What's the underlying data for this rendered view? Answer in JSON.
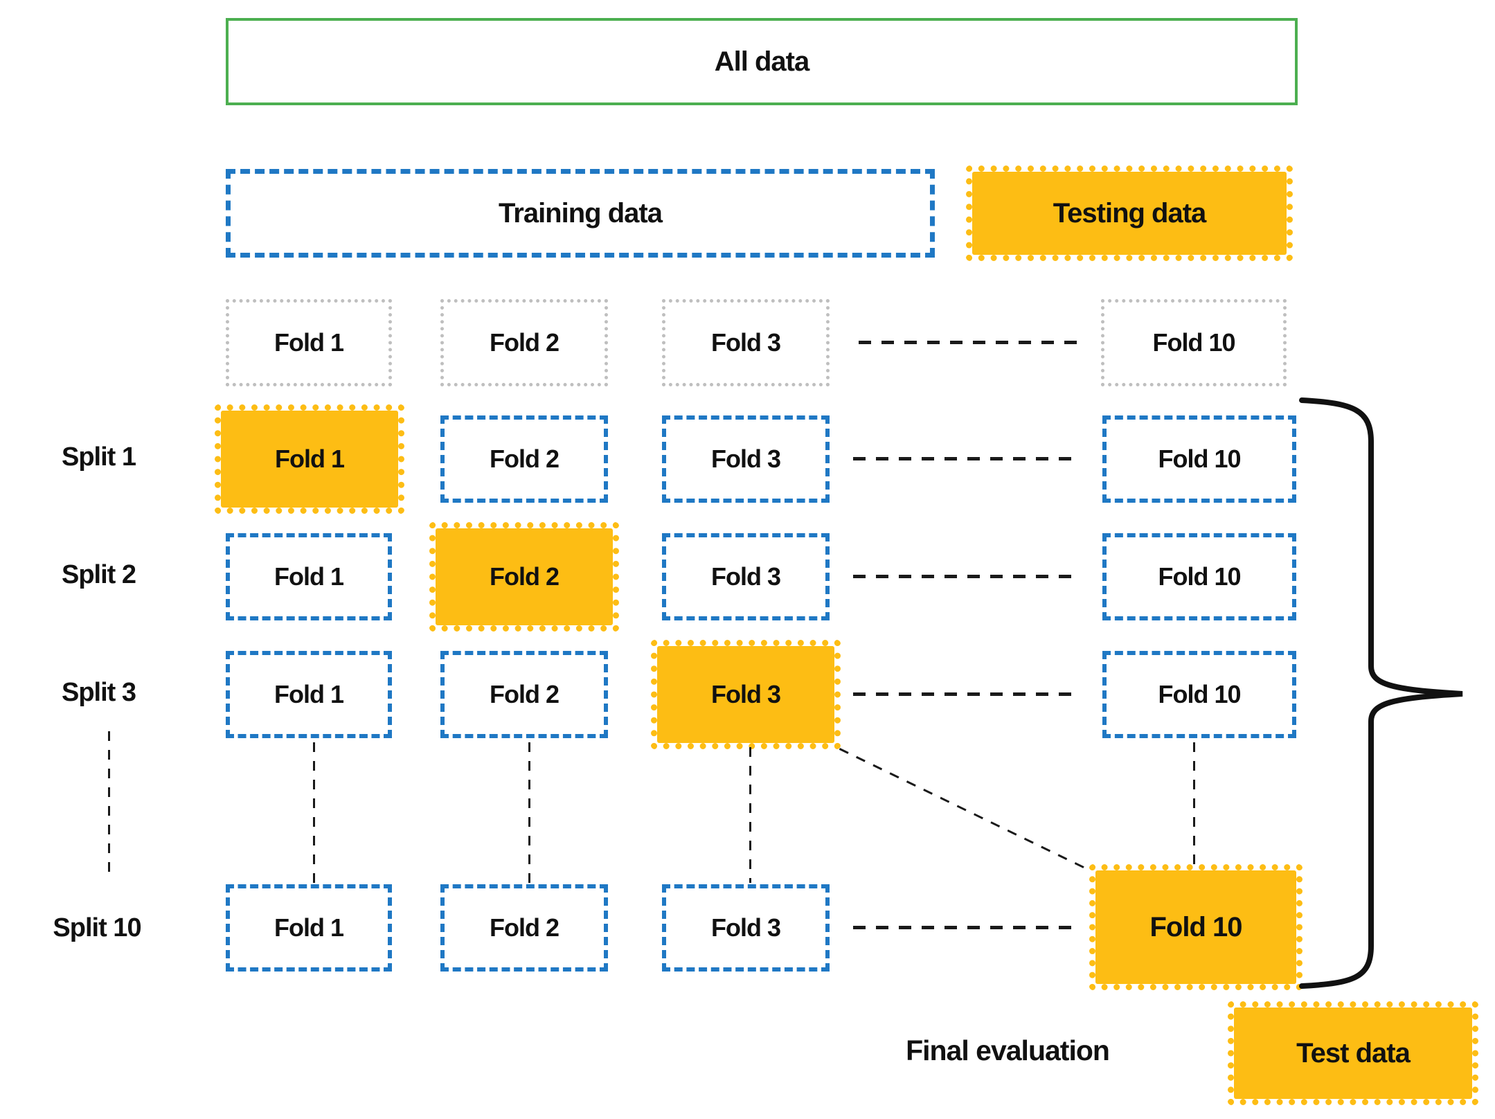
{
  "colors": {
    "all_data_border": "#4caf50",
    "train_fold_border": "#1f78c4",
    "test_fold_fill": "#fdbd14",
    "fold_header_border": "#bfbfbf",
    "connector": "#1a1a1a"
  },
  "header": {
    "all_data": "All data",
    "training_data": "Training data",
    "testing_data": "Testing data"
  },
  "fold_header": {
    "folds": [
      "Fold 1",
      "Fold 2",
      "Fold 3",
      "Fold 10"
    ]
  },
  "splits": [
    {
      "label": "Split 1",
      "test_fold": "Fold 1",
      "folds": [
        "Fold 1",
        "Fold 2",
        "Fold 3",
        "Fold 10"
      ]
    },
    {
      "label": "Split 2",
      "test_fold": "Fold 2",
      "folds": [
        "Fold 1",
        "Fold 2",
        "Fold 3",
        "Fold 10"
      ]
    },
    {
      "label": "Split 3",
      "test_fold": "Fold 3",
      "folds": [
        "Fold 1",
        "Fold 2",
        "Fold 3",
        "Fold 10"
      ]
    },
    {
      "label": "Split 10",
      "test_fold": "Fold 10",
      "folds": [
        "Fold 1",
        "Fold 2",
        "Fold 3",
        "Fold 10"
      ]
    }
  ],
  "footer": {
    "final_evaluation": "Final evaluation",
    "test_data": "Test data"
  }
}
